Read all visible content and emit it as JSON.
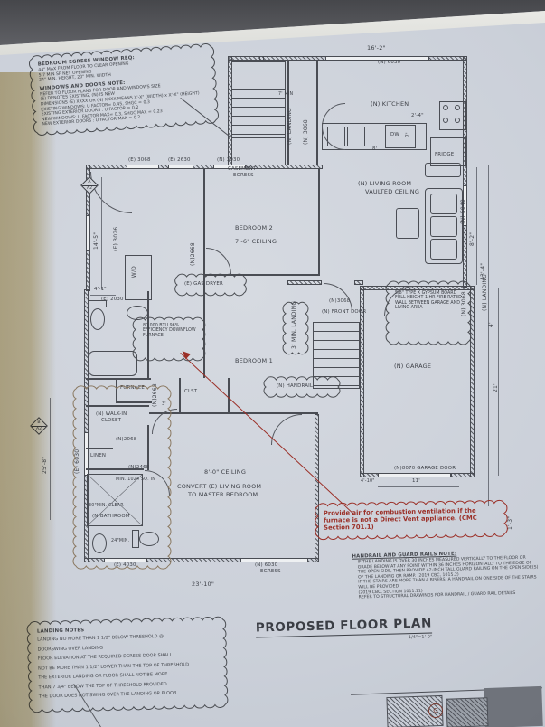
{
  "title": {
    "heading": "PROPOSED FLOOR PLAN",
    "scale": "1/4\"=1'-0\""
  },
  "notes": {
    "egress": {
      "heading": "BEDROOM EGRESS WINDOW REQ:",
      "items": [
        "44\" MAX FROM FLOOR TO CLEAR OPENING",
        "5.7 MIN SF NET OPENING",
        "24\" MIN. HEIGHT, 20\" MIN. WIDTH"
      ]
    },
    "windows_doors": {
      "heading": "WINDOWS AND DOORS NOTE:",
      "items": [
        "REFER TO FLOOR PLANS FOR DOOR AND WINDOWS SIZE",
        "(E) DENOTES EXISTING, (N) IS NEW",
        "DIMENSIONS (E) XXXX OR (N) XXXX MEANS X'-X\" (WIDTH) x X'-X\" (HEIGHT)",
        "EXISTING WINDOWS: U FACTOR= 0.45, SHGC = 0.3",
        "EXISTING EXTERIOR DOORS : U FACTOR = 0.2",
        "NEW WINDOWS: U FACTOR MAX= 0.3, SHGC MAX = 0.23",
        "NEW EXTERIOR DOORS : U FACTOR MAX = 0.2"
      ]
    },
    "landing": {
      "heading": "LANDING NOTES",
      "items": [
        "LANDING NO MORE THAN 1 1/2\" BELOW THRESHOLD @",
        "DOORSWING OVER LANDING",
        "FLOOR ELEVATION AT THE REQUIRED EGRESS DOOR SHALL",
        "NOT BE MORE THAN 1 1/2\" LOWER THAN THE TOP OF THRESHOLD",
        "THE EXTERIOR LANDING OR FLOOR SHALL NOT BE MORE",
        "THAN 7 3/4\" BELOW THE TOP OF THRESHOLD PROVIDED",
        "THE DOOR DOES NOT SWING OVER THE LANDING OR FLOOR"
      ]
    },
    "handrail": {
      "heading": "HANDRAIL AND GUARD RAILS NOTE:",
      "items": [
        "IF THE LANDING IS OVER 30 INCHES MEASURED VERTICALLY TO THE FLOOR OR GRADE BELOW AT ANY POINT WITHIN 36 INCHES HORIZONTALLY TO THE EDGE OF THE OPEN SIDE, THEN PROVIDE 42-INCH TALL GUARD RAILING ON THE OPEN SIDE(S) OF THE LANDING OR RAMP. (2019 CBC, 1015.2)",
        "IF THE STAIRS ARE MORE THAN 4 RISERS, A HANDRAIL ON ONE SIDE OF THE STAIRS WILL BE PROVIDED",
        "(2019 CBC, SECTION 1011.11)",
        "REFER TO STRUCTURAL DRAWINGS FOR HANDRAIL / GUARD RAIL DETAILS"
      ]
    },
    "combustion": "Provide air for combustion ventilation if the furnace is not a Direct Vent appliance. (CMC Section 701.1)",
    "fire_wall": "5/8\" TYPE X GYPSUM BOARD FULL HEIGHT 1 HR FIRE RATED WALL BETWEEN GARAGE AND LIVING AREA",
    "furnace_spec": "80,000 BTU 96% EFFICIENCY DOWNFLOW FURNACE",
    "gas_dryer": "(E) GAS DRYER",
    "handrail_tag": "(N) HANDRAIL",
    "min_landing": "3' MIN. LANDING"
  },
  "rooms": {
    "kitchen": "(N) KITCHEN",
    "living1": "(N) LIVING ROOM",
    "living2": "VAULTED CEILING",
    "bedroom2": "BEDROOM 2",
    "bedroom2_ceiling": "7'-6\" CEILING",
    "bedroom1": "BEDROOM 1",
    "garage": "(N) GARAGE",
    "front_door": "(N) FRONT DOOR",
    "landing_top": "(N) LANDING",
    "landing_right": "(N) LANDING",
    "walkin1": "(N) WALK-IN",
    "walkin2": "CLOSET",
    "linen": "LINEN",
    "clst": "CLST",
    "bathroom": "(N)BATHROOM",
    "furnace": "FURNACE",
    "master1": "CONVERT (E) LIVING ROOM",
    "master2": "TO MASTER BEDROOM",
    "master_ceiling": "8'-0\" CEILING",
    "wd": "W/D",
    "dw": "DW",
    "fridge": "FRIDGE"
  },
  "openings": {
    "e3068": "(E) 3068",
    "e2630": "(E) 2630",
    "n3030": "(N) 3030",
    "casement1": "CASEMENT",
    "casement2": "EGRESS",
    "n6030_top": "(N) 6030",
    "n3068_top": "(N) 3068",
    "e3026": "(E) 3026",
    "e2030": "(E) 2030",
    "n2668": "(N)2668",
    "n2668b": "(N)2668",
    "n3068_front": "(N)3068",
    "n3068_right": "(N) 3068",
    "n5040": "(N) 5040",
    "n2068": "(N)2068",
    "n2468": "(N)2468",
    "e6030": "(E) 6030",
    "e4030": "(E) 4030",
    "n6030_egress1": "(N) 6030",
    "n6030_egress2": "EGRESS",
    "n8070": "(N)8070 GARAGE DOOR"
  },
  "dims": {
    "d16_2": "16'-2\"",
    "d14_5": "14'-5\"",
    "d4_1": "4'-1\"",
    "d25_8": "25'-8\"",
    "d23_10": "23'-10\"",
    "d8_2": "8'-2\"",
    "d43_4": "43'-4\"",
    "d21": "21'",
    "d11": "11'",
    "d4_10": "4'-10\"",
    "d2_4": "2'-4\"",
    "d8": "8'",
    "d7": "7'",
    "d7min": "7' MIN",
    "d3": "3'",
    "d4": "4'",
    "d1_3": "1'-3\"",
    "d24min": "24\"MIN.",
    "d30min": "30\"MIN. CLEAR",
    "min1024": "MIN. 1024 SQ. IN"
  },
  "markers": {
    "a": "A",
    "a_sheet": "A2",
    "b": "B",
    "b_sheet": "A2",
    "g": "G"
  }
}
